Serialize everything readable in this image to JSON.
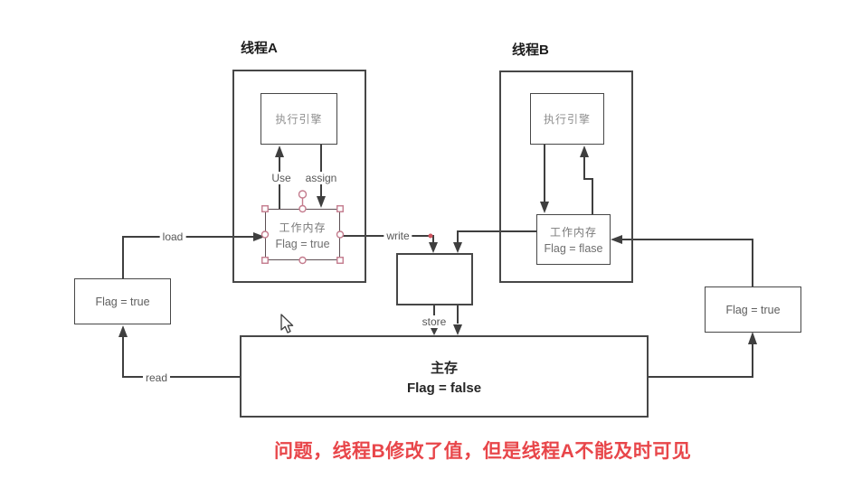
{
  "diagram": {
    "caption": "问题，线程B修改了值，但是线程A不能及时可见",
    "thread_a": {
      "title": "线程A",
      "engine_label": "执行引擎",
      "working_memory_label": "工作内存",
      "working_memory_value": "Flag = true"
    },
    "thread_b": {
      "title": "线程B",
      "engine_label": "执行引擎",
      "working_memory_label": "工作内存",
      "working_memory_value": "Flag = flase"
    },
    "main_memory": {
      "title": "主存",
      "value": "Flag = false"
    },
    "left_value_box": {
      "value": "Flag = true"
    },
    "right_value_box": {
      "value": "Flag = true"
    },
    "edge_labels": {
      "use": "Use",
      "assign": "assign",
      "load": "load",
      "write": "write",
      "store": "store",
      "read": "read"
    },
    "colors": {
      "line": "#3f3f3f",
      "caption_red": "#e8464a",
      "selection_handle": "#c47b8d",
      "box_border": "#474747",
      "connection_dot": "#cf5560"
    }
  }
}
